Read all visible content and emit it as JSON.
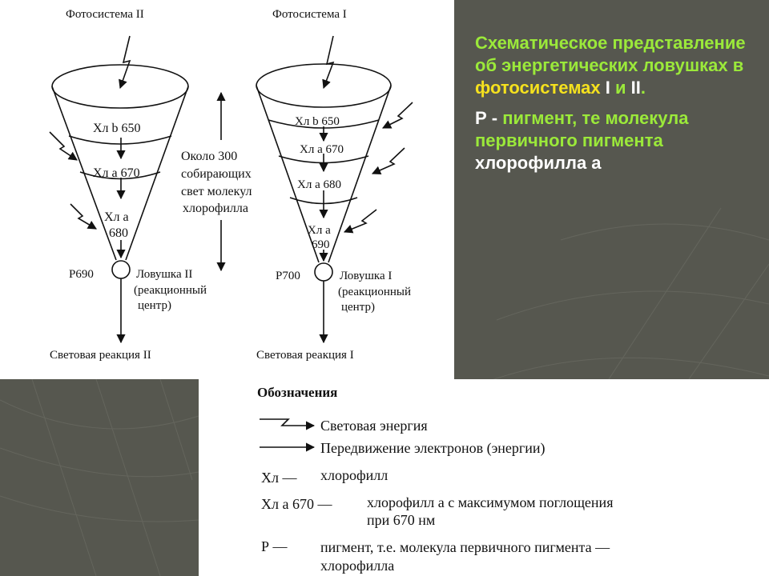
{
  "colors": {
    "background": "#56574f",
    "text_green": "#9be93a",
    "text_yellow": "#f5e11e",
    "text_white": "#ffffff"
  },
  "diagram": {
    "ps2": {
      "title": "Фотосистема II",
      "levels": [
        "Хл b 650",
        "Хл a 670",
        "Хл a",
        "680"
      ],
      "center_label": "P690",
      "trap": "Ловушка II",
      "trap_sub1": "(реакционный",
      "trap_sub2": "центр)",
      "reaction": "Световая реакция II"
    },
    "ps1": {
      "title": "Фотосистема I",
      "levels": [
        "Хл b 650",
        "Хл a 670",
        "Хл a 680",
        "Хл a",
        "690"
      ],
      "center_label": "P700",
      "trap": "Ловушка I",
      "trap_sub1": "(реакционный",
      "trap_sub2": "центр)",
      "reaction": "Световая реакция I"
    },
    "middle_note": [
      "Около 300",
      "собирающих",
      "свет молекул",
      "хлорофилла"
    ]
  },
  "legend": {
    "title": "Обозначения",
    "light_energy": "Световая  энергия",
    "electron_move": "Передвижение электронов  (энергии)",
    "chl_key": "Хл —",
    "chl_val": "хлорофилл",
    "chl670_key": "Хл a 670 —",
    "chl670_val1": "хлорофилл a  с максимумом поглощения",
    "chl670_val2": "при 670 нм",
    "p_key": "Р —",
    "p_val1": "пигмент, т.е. молекула первичного пигмента —",
    "p_val2": "хлорофилла"
  },
  "panel": {
    "heading_green": "Схематическое представление об энергетических ловушках в",
    "heading_yellow_1": "фотосистемах",
    "numeral_1": " I ",
    "conj": "и",
    "numeral_2": " II",
    "period": ".",
    "p_prefix": "Р -",
    "p_green": " пигмент,  те молекула первичного пигмента",
    "p_white": " хлорофилла а"
  }
}
